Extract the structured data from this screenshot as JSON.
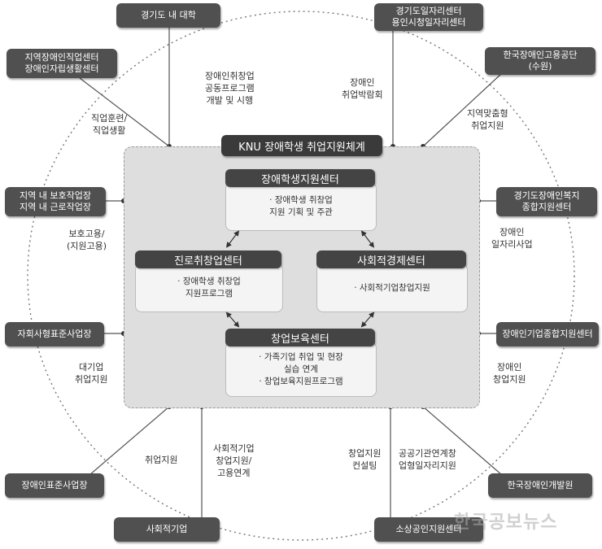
{
  "title": "KNU 장애학생 취업지원체계",
  "external": {
    "univ": [
      "경기도 내 대학"
    ],
    "yongin": [
      "경기도일자리센터",
      "용인시청일자리센터"
    ],
    "regional_center": [
      "지역장애인직업센터",
      "장애인자립생활센터"
    ],
    "kead": [
      "한국장애인고용공단",
      "(수원)"
    ],
    "workshop": [
      "지역 내 보호작업장",
      "지역 내 근로작업장"
    ],
    "welfare": [
      "경기도장애인복지",
      "종합지원센터"
    ],
    "standard_company": [
      "자회사형표준사업장"
    ],
    "biz_support": [
      "장애인기업종합지원센터"
    ],
    "standard_workplace": [
      "장애인표준사업장"
    ],
    "development": [
      "한국장애인개발원"
    ],
    "social_enterprise": [
      "사회적기업"
    ],
    "small_biz": [
      "소상공인지원센터"
    ]
  },
  "labels": {
    "joint_program": [
      "장애인취창업",
      "공동프로그램",
      "개발 및 시행"
    ],
    "job_fair": [
      "장애인",
      "취업박람회"
    ],
    "vocational": [
      "직업훈련/",
      "직업생활"
    ],
    "regional_job": [
      "지역맞춤형",
      "취업지원"
    ],
    "protected_employment": [
      "보호고용/",
      "(지원고용)"
    ],
    "disabled_jobs": [
      "장애인",
      "일자리사업"
    ],
    "large_company": [
      "대기업",
      "취업지원"
    ],
    "disabled_startup": [
      "장애인",
      "창업지원"
    ],
    "employment_support": [
      "취업지원"
    ],
    "social_enterprise_support": [
      "사회적기업",
      "창업지원/",
      "고용연계"
    ],
    "startup_consulting": [
      "창업지원",
      "컨설팅"
    ],
    "public_linkage": [
      "공공기관연계창",
      "업형일자리지원"
    ]
  },
  "centers": {
    "student_support": {
      "name": "장애학생지원센터",
      "lines": [
        "· 장애학생 취창업",
        "지원 기획 및 주관"
      ]
    },
    "career": {
      "name": "진로취창업센터",
      "lines": [
        "· 장애학생 취창업",
        "지원프로그램"
      ]
    },
    "social_economy": {
      "name": "사회적경제센터",
      "lines": [
        "· 사회적기업창업지원"
      ]
    },
    "incubation": {
      "name": "창업보육센터",
      "lines": [
        "· 가족기업 취업 및 현장",
        "실습 연계",
        "· 창업보육지원프로그램"
      ]
    }
  },
  "watermark": "한국공보뉴스",
  "colors": {
    "dark_box": "#505050",
    "title_bar": "#3a3a3a",
    "panel": "#dedede",
    "line": "#555555"
  }
}
